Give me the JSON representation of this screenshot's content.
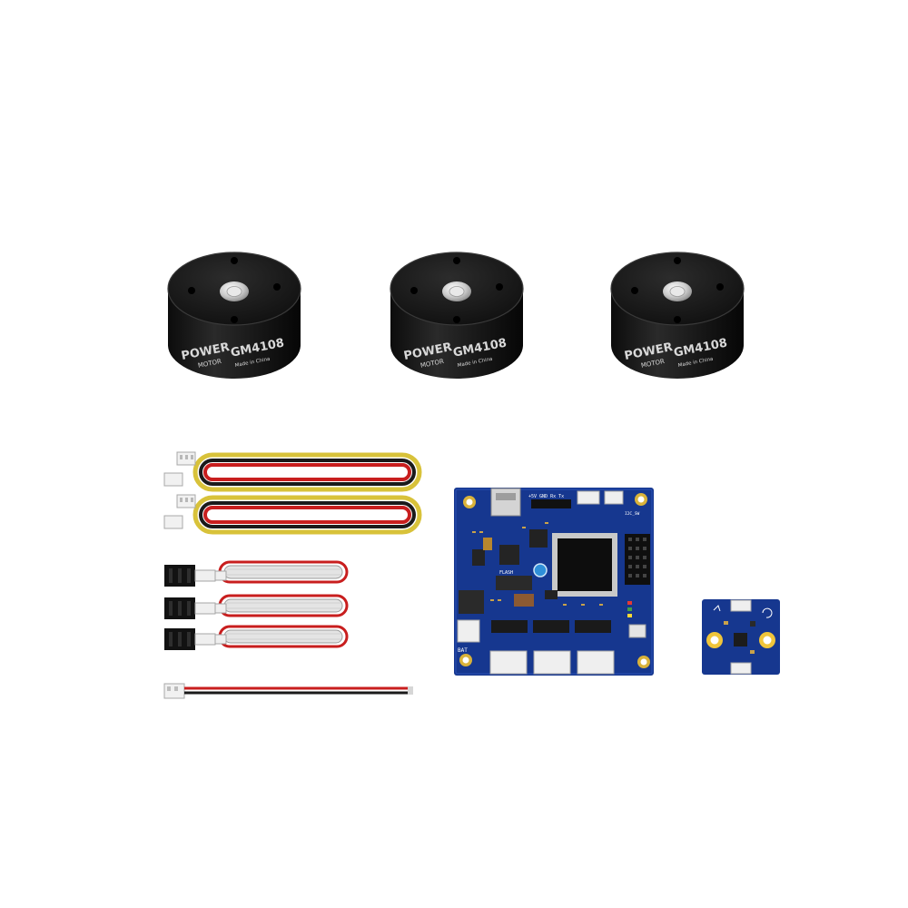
{
  "motors": [
    {
      "brand_line1": "POWER",
      "brand_line2": "MOTOR",
      "model": "GM4108",
      "origin": "Made in China"
    },
    {
      "brand_line1": "POWER",
      "brand_line2": "MOTOR",
      "model": "GM4108",
      "origin": "Made in China"
    },
    {
      "brand_line1": "POWER",
      "brand_line2": "MOTOR",
      "model": "GM4108",
      "origin": "Made in China"
    }
  ],
  "controller_board": {
    "header_label": "+5V GND Rx Tx",
    "flash_label": "FLASH",
    "bat_label": "BAT",
    "connector_label": "I2C_SW"
  },
  "colors": {
    "background": "#ffffff",
    "motor_body": "#151515",
    "pcb_blue": "#16378f",
    "cable_yellow": "#d8c23a",
    "cable_red": "#c81e1e",
    "cable_black": "#1a1a1a"
  }
}
